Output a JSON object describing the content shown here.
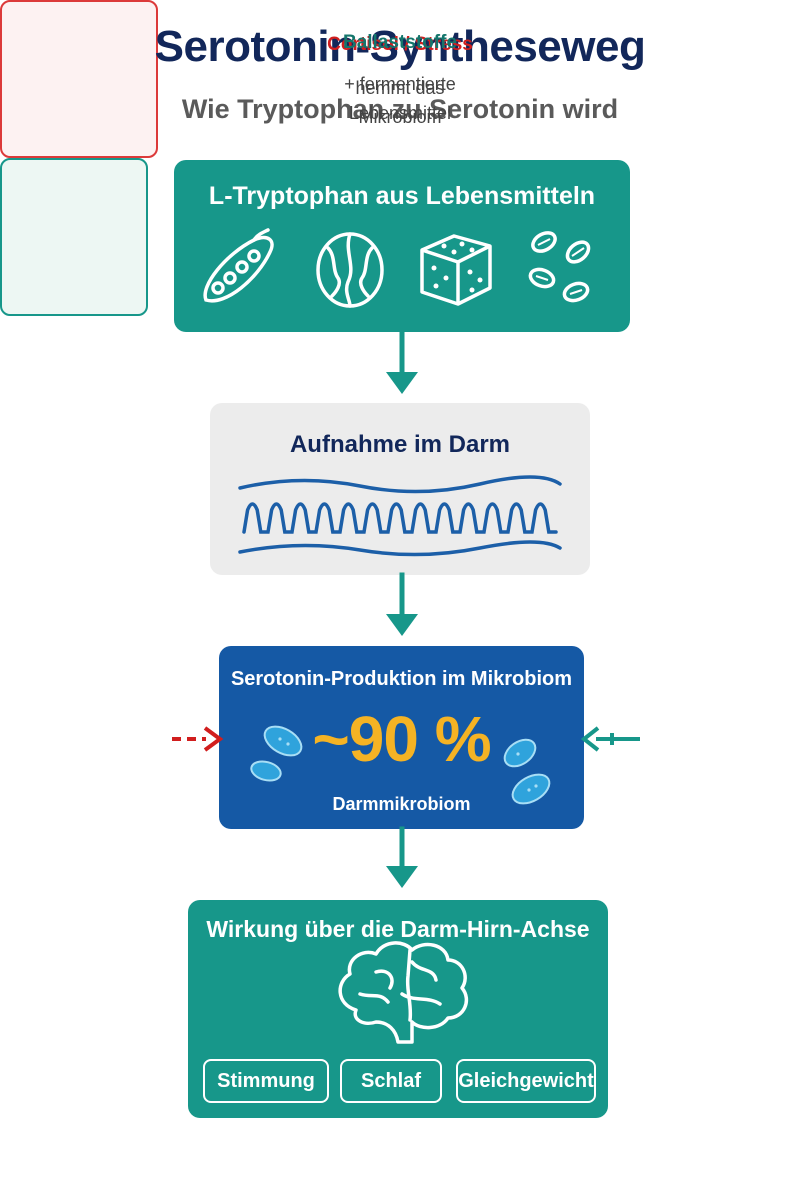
{
  "header": {
    "title": "Serotonin-Syntheseweg",
    "subtitle": "Wie Tryptophan zu Serotonin wird"
  },
  "steps": {
    "food": {
      "title": "L-Tryptophan aus Lebensmitteln",
      "icons": [
        "pea-pod-icon",
        "walnut-icon",
        "tofu-cube-icon",
        "seeds-icon"
      ]
    },
    "absorption": {
      "title": "Aufnahme im Darm",
      "icon": "intestinal-villi-icon"
    },
    "production": {
      "title": "Serotonin-Produktion im Mikrobiom",
      "percent": "~90 %",
      "caption": "Darmmikrobiom"
    },
    "effect": {
      "title": "Wirkung über die Darm-Hirn-Achse",
      "icon": "brain-icon",
      "tags": [
        "Stimmung",
        "Schlaf",
        "Gleichgewicht"
      ]
    }
  },
  "factors": {
    "negative": {
      "title": "Cortisol / Stress",
      "description_line1": "hemmt das",
      "description_line2": "Mikrobiom"
    },
    "positive": {
      "title": "Ballaststoffe",
      "description_line1": "+ fermentierte",
      "description_line2": "Lebensmittel"
    }
  },
  "colors": {
    "teal": "#17978a",
    "navy": "#12275a",
    "blue": "#1559a5",
    "gold": "#f5b324",
    "red": "#dc3a3a",
    "gray_box": "#ececec"
  }
}
